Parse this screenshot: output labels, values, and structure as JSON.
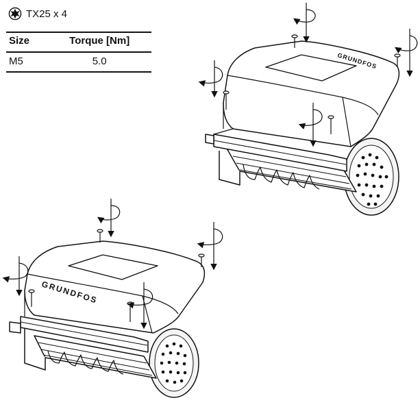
{
  "tool": {
    "icon": "torx-icon",
    "label": "TX25 x 4"
  },
  "table": {
    "headers": [
      "Size",
      "Torque [Nm]"
    ],
    "rows": [
      [
        "M5",
        "5.0"
      ]
    ]
  },
  "brand_marking": "GRUNDFOS"
}
